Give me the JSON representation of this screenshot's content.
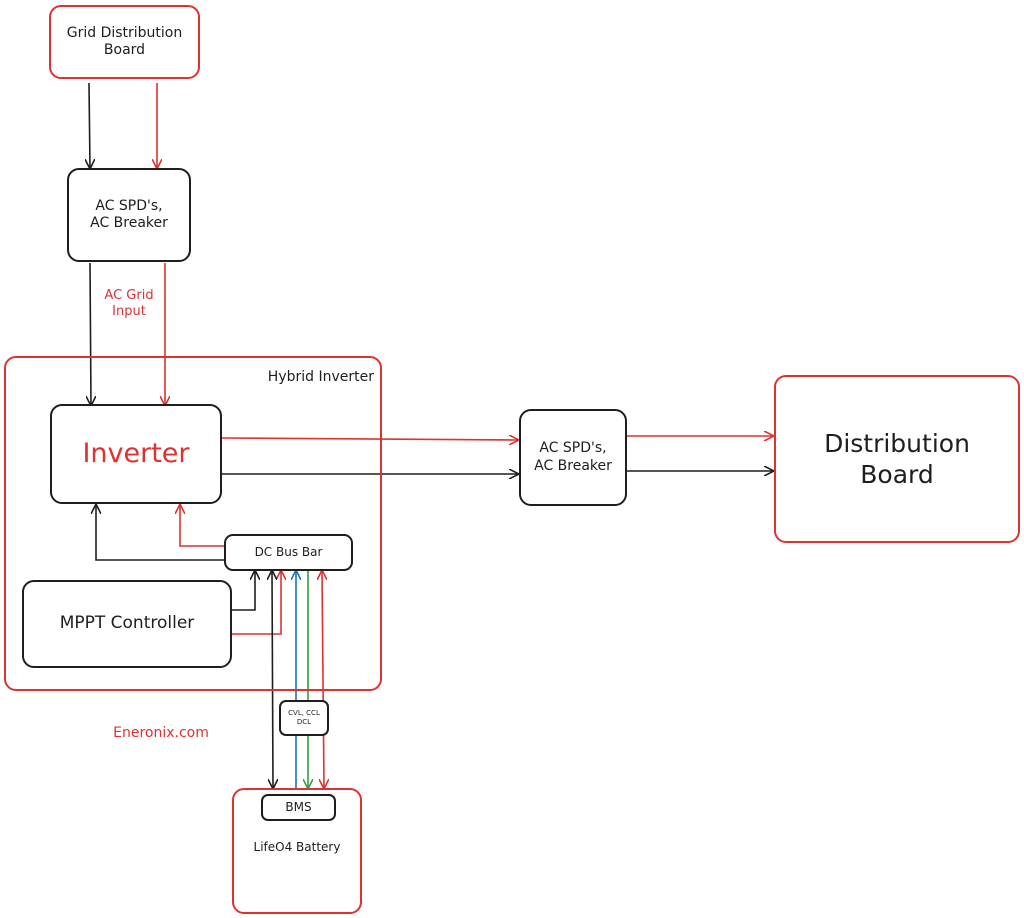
{
  "colors": {
    "red": "#e03131",
    "black": "#1e1e1e",
    "blue": "#1971c2",
    "green": "#2f9e44"
  },
  "nodes": {
    "grid_distribution_board": "Grid Distribution\nBoard",
    "ac_spd_top": "AC SPD's,\nAC Breaker",
    "ac_grid_input": "AC Grid\nInput",
    "hybrid_inverter": "Hybrid Inverter",
    "inverter": "Inverter",
    "dc_bus_bar": "DC Bus Bar",
    "mppt_controller": "MPPT Controller",
    "ac_spd_right": "AC SPD's,\nAC Breaker",
    "distribution_board": "Distribution\nBoard",
    "cvl_ccl_dcl": "CVL, CCL\nDCL",
    "bms": "BMS",
    "battery": "LifeO4 Battery",
    "watermark": "Eneronix.com"
  }
}
